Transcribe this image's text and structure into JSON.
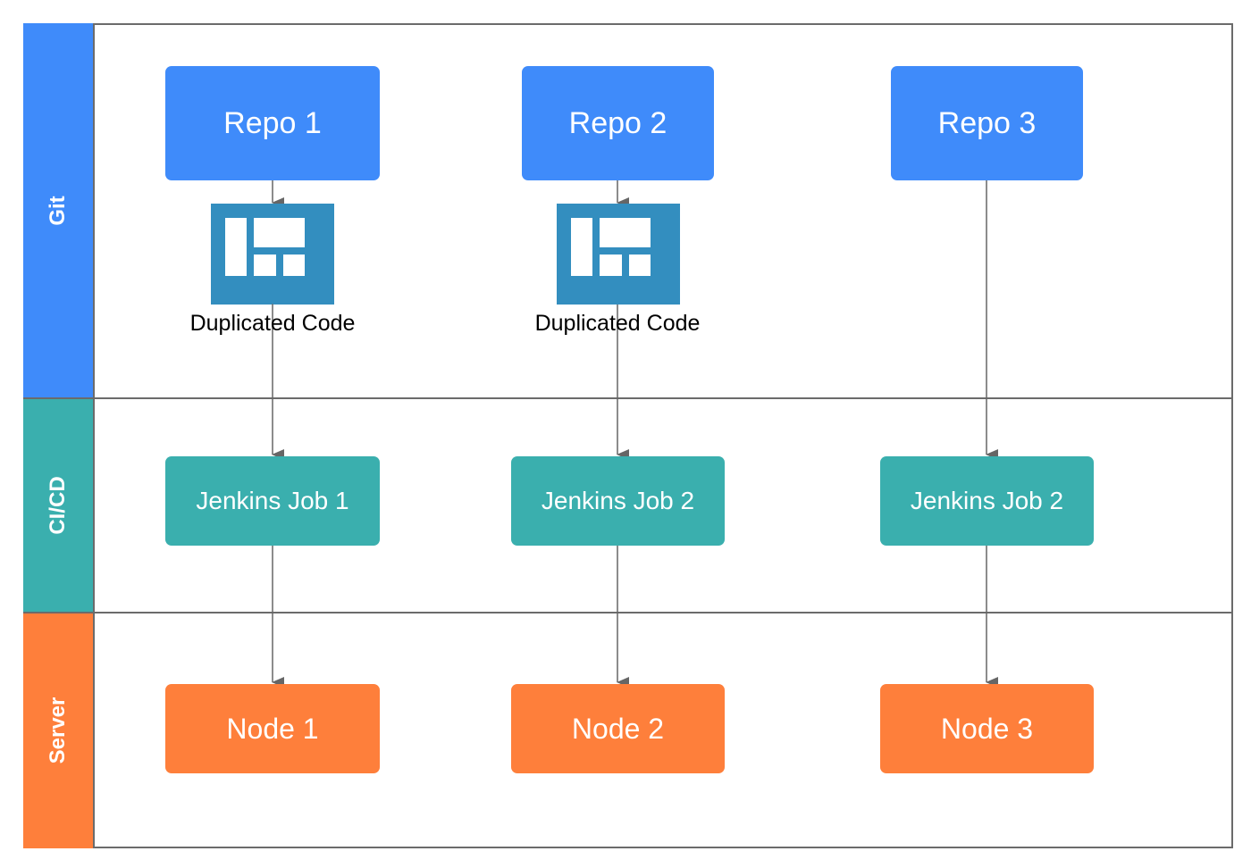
{
  "colors": {
    "git": "#3f8bfa",
    "cicd": "#3aafae",
    "server": "#fe7f3b",
    "duplicated_icon": "#338ebf",
    "line": "#666666"
  },
  "lanes": [
    {
      "id": "git",
      "label": "Git"
    },
    {
      "id": "cicd",
      "label": "CI/CD"
    },
    {
      "id": "server",
      "label": "Server"
    }
  ],
  "repos": [
    {
      "label": "Repo 1"
    },
    {
      "label": "Repo 2"
    },
    {
      "label": "Repo 3"
    }
  ],
  "duplicated_code": [
    {
      "label": "Duplicated Code",
      "icon": "layout-grid-icon"
    },
    {
      "label": "Duplicated Code",
      "icon": "layout-grid-icon"
    }
  ],
  "jobs": [
    {
      "label": "Jenkins Job 1"
    },
    {
      "label": "Jenkins Job 2"
    },
    {
      "label": "Jenkins Job 2"
    }
  ],
  "nodes": [
    {
      "label": "Node 1"
    },
    {
      "label": "Node 2"
    },
    {
      "label": "Node 3"
    }
  ]
}
